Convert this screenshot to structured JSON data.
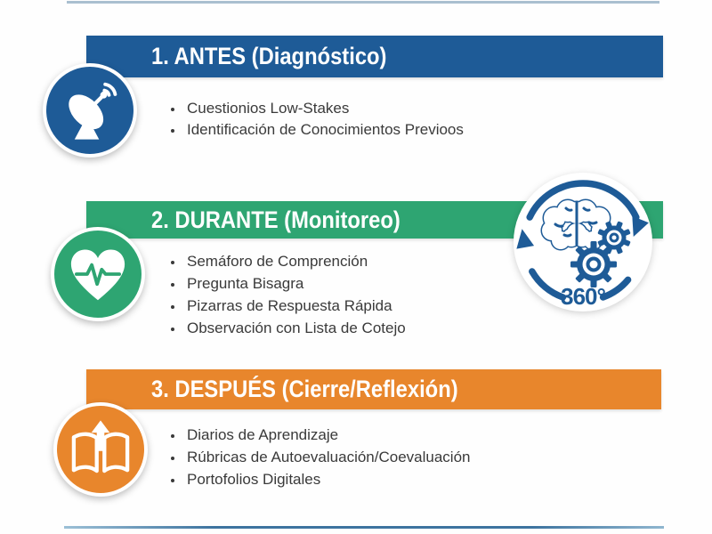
{
  "colors": {
    "blue": "#1e5b97",
    "green": "#2ea572",
    "orange": "#e8862c",
    "body_text": "#3a3a3a",
    "rule_top": "#aabfd0",
    "rule_bottom": "#3d739f"
  },
  "sections": [
    {
      "title": "1. ANTES (Diagnóstico)",
      "icon": "satellite-dish-icon",
      "color": "#1e5b97",
      "items": [
        "Cuestionios Low-Stakes",
        "Identificación de Conocimientos Previoos"
      ]
    },
    {
      "title": "2. DURANTE (Monitoreo)",
      "icon": "heart-pulse-icon",
      "color": "#2ea572",
      "items": [
        "Semáforo de Comprención",
        "Pregunta Bisagra",
        "Pizarras de Respuesta Rápida",
        "Observación con Lista de Cotejo"
      ]
    },
    {
      "title": "3. DESPUÉS (Cierre/Reflexión)",
      "icon": "open-book-arrow-icon",
      "color": "#e8862c",
      "items": [
        "Diarios de Aprendizaje",
        "Rúbricas de Autoevaluación/Coevaluación",
        "Portofolios Digitales"
      ]
    }
  ],
  "badge": {
    "label": "360°",
    "icon": "brain-gears-cycle-icon"
  }
}
